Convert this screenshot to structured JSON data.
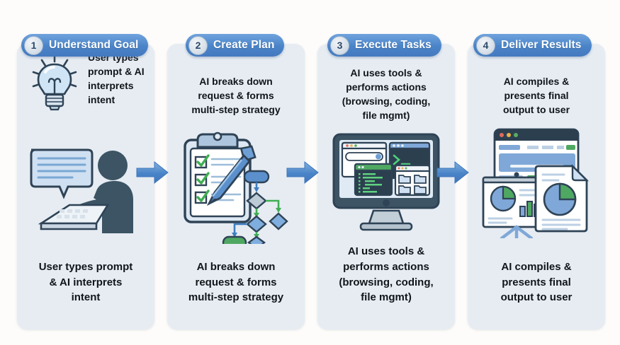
{
  "page": {
    "background": "#fdfcfa",
    "accent_blue": "#4a84c8",
    "card_bg": "#e6ecf2",
    "accent_green": "#4caf50",
    "dark_slate": "#3c5464"
  },
  "cards": [
    {
      "number": "1",
      "title": "Understand Goal",
      "top_text": "User types\nprompt & AI\ninterprets\nintent",
      "bottom_text": "User types prompt\n& AI interprets\nintent",
      "icons": [
        "lightbulb-icon",
        "person-typing-icon",
        "speech-bubble-icon"
      ]
    },
    {
      "number": "2",
      "title": "Create Plan",
      "top_text": "AI breaks down\nrequest & forms\nmulti-step strategy",
      "bottom_text": "AI breaks down\nrequest & forms\nmulti-step strategy",
      "icons": [
        "clipboard-checklist-icon",
        "pen-icon",
        "flowchart-icon"
      ]
    },
    {
      "number": "3",
      "title": "Execute Tasks",
      "top_text": "AI uses tools &\nperforms actions\n(browsing, coding,\nfile mgmt)",
      "bottom_text": "AI uses tools &\nperforms actions\n(browsing, coding,\nfile mgmt)",
      "icons": [
        "monitor-icon",
        "browser-window-icon",
        "terminal-icon",
        "code-editor-icon",
        "file-manager-icon"
      ]
    },
    {
      "number": "4",
      "title": "Deliver Results",
      "top_text": "AI compiles &\npresents final\noutput to user",
      "bottom_text": "AI compiles &\npresents final\noutput to user",
      "icons": [
        "browser-report-icon",
        "presentation-easel-icon",
        "pie-chart-icon",
        "bar-chart-icon",
        "document-icon"
      ]
    }
  ],
  "arrows": [
    {
      "name": "arrow-step-1-to-2"
    },
    {
      "name": "arrow-step-2-to-3"
    },
    {
      "name": "arrow-step-3-to-4"
    }
  ]
}
